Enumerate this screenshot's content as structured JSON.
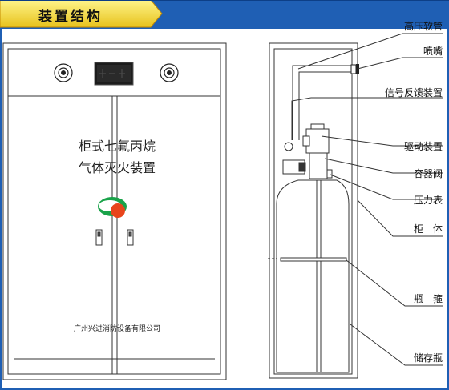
{
  "header": {
    "title": "装置结构"
  },
  "cabinet": {
    "name_line1": "柜式七氟丙烷",
    "name_line2": "气体灭火装置",
    "company": "广州兴进消防设备有限公司"
  },
  "labels": {
    "high_pressure_hose": "高压软管",
    "nozzle": "喷嘴",
    "signal_feedback": "信号反馈装置",
    "drive_device": "驱动装置",
    "container_valve": "容器阀",
    "pressure_gauge": "压力表",
    "cabinet_body": "柜　体",
    "bottle_hoop": "瓶　箍",
    "storage_bottle": "储存瓶"
  }
}
